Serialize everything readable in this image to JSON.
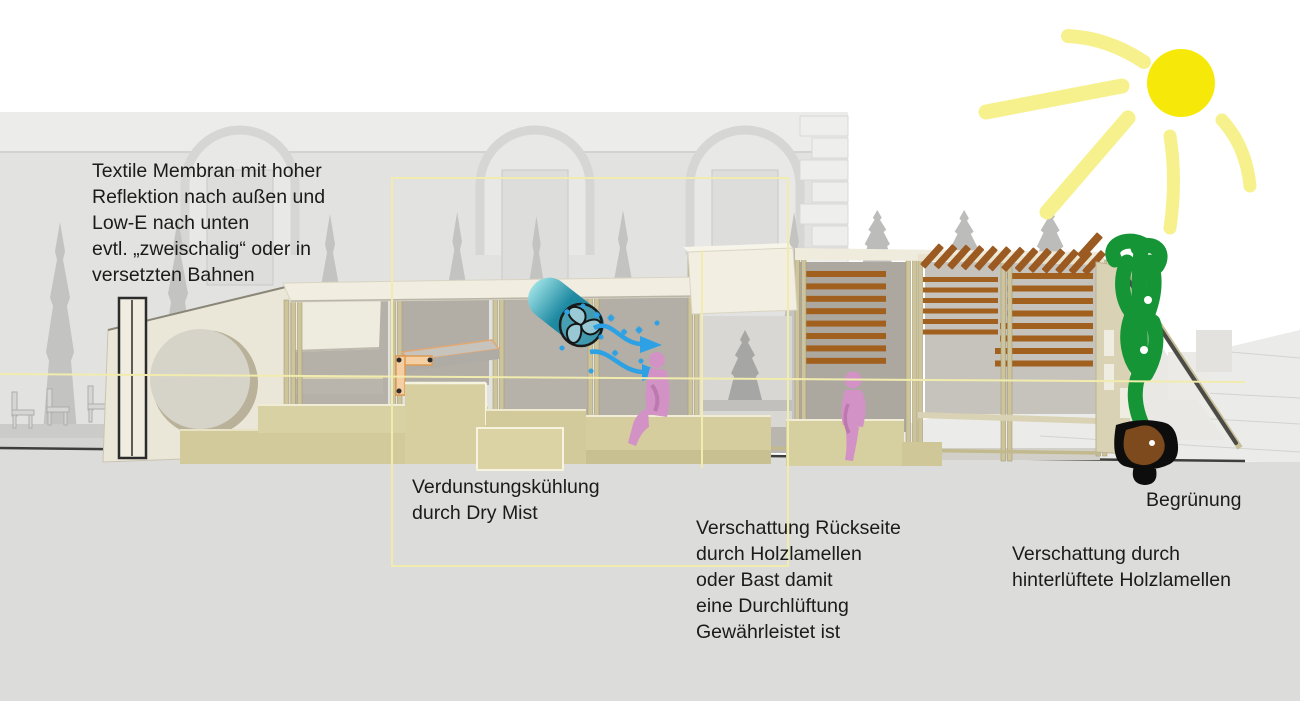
{
  "annotations": {
    "membrane": "Textile Membran mit hoher\nReflektion nach außen und\nLow-E nach unten\nevtl. „zweischalig“ oder in\nversetzten Bahnen",
    "mist": "Verdunstungskühlung\ndurch Dry Mist",
    "back_shading": "Verschattung Rückseite\ndurch Holzlamellen\noder Bast damit\neine Durchlüftung\nGewährleistet ist",
    "greening": "Begrünung",
    "lamella_shading": "Verschattung durch\nhinterlüftete Holzlamellen"
  },
  "colors": {
    "sun": "#f6e90a",
    "sun_ray": "#f7f18d",
    "plant_green": "#169537",
    "pot_black": "#0d0d0d",
    "soil_brown": "#7c4a1d",
    "lamella_brown": "#a2601e",
    "pergola_slat": "#9a5a22",
    "mist_blue": "#2da1e3",
    "mist_teal": "#0e7d97",
    "figure_pink": "#d392c5",
    "bench_khaki": "#d5cd9e",
    "guide_yellow": "#f1ecae",
    "wall_cream": "#ebe7d8",
    "facade_gray": "#e2e2e1",
    "ground_gray": "#dcdcda",
    "text": "#1b1b1b"
  }
}
